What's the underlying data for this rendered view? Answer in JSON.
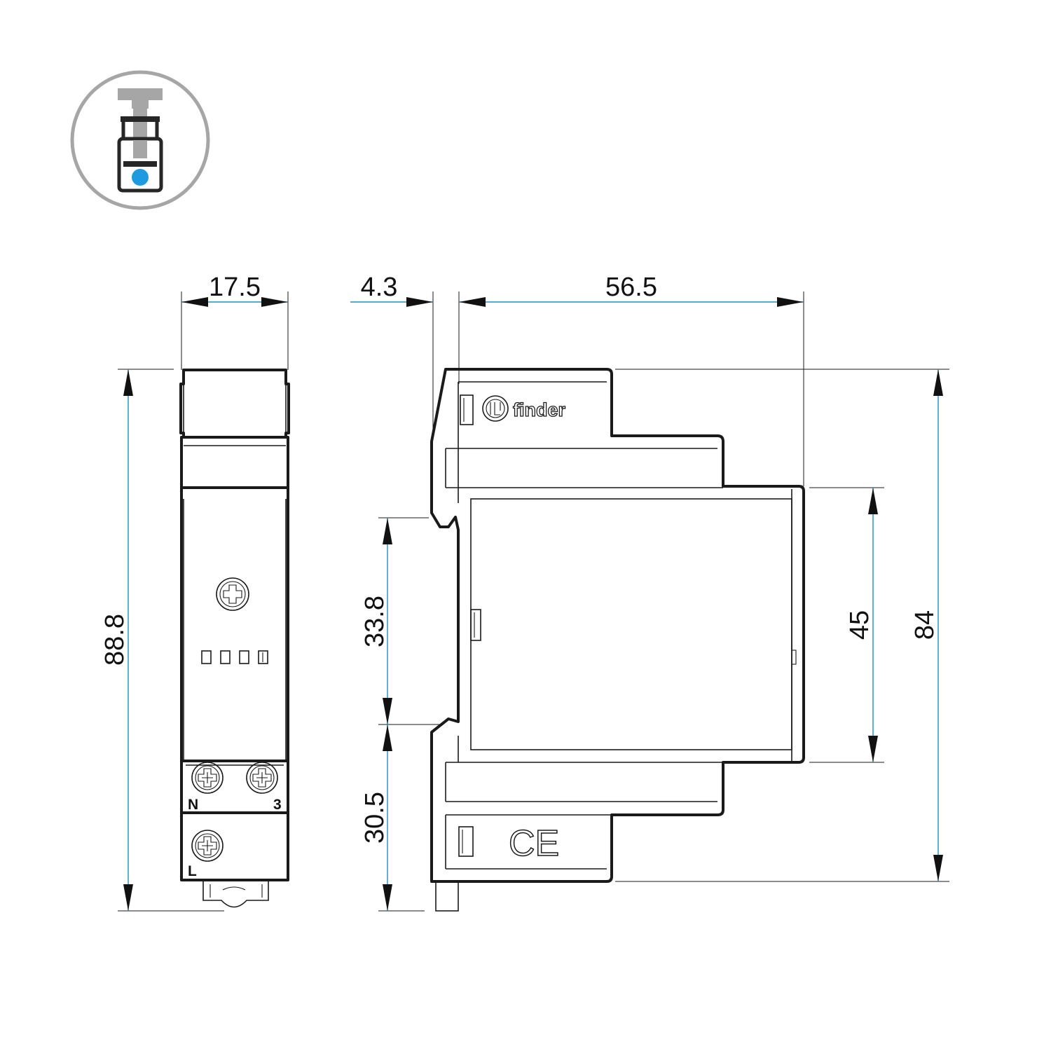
{
  "dimensions": {
    "width_front": "17.5",
    "din_offset": "4.3",
    "depth": "56.5",
    "height_total": "88.8",
    "upper_to_rail": "33.8",
    "rail_to_bottom": "30.5",
    "front_height": "45",
    "body_height": "84"
  },
  "terminals": {
    "n": "N",
    "three": "3",
    "l": "L"
  },
  "branding": {
    "logo_text": "finder",
    "ce_mark": "CE"
  },
  "icons": {
    "mounting": "screw-terminal-icon"
  },
  "colors": {
    "dimension_line": "#1f8fc4",
    "icon_ring": "#a6a6a6",
    "icon_dot": "#1e9be0",
    "outline": "#1a1a1a"
  }
}
